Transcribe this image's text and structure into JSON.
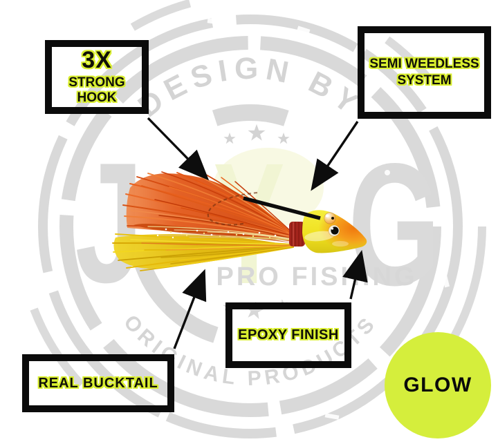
{
  "watermark": {
    "arc_top_text": "DESIGN BY",
    "brand_letters": {
      "j": "J",
      "y": "Y",
      "g": "G"
    },
    "subtitle": "PRO FISHING",
    "arc_bottom_text": "ORIGINAL PRODUCTS",
    "gray": "#d8d8d8",
    "pale_accent": "#f2f6d3"
  },
  "callouts": {
    "hook": {
      "line1": "3X",
      "line2": "STRONG HOOK"
    },
    "weedless": {
      "line1": "SEMI WEEDLESS",
      "line2": "SYSTEM"
    },
    "epoxy": {
      "label": "EPOXY FINISH"
    },
    "bucktail": {
      "label": "REAL BUCKTAIL"
    }
  },
  "badge": {
    "label": "GLOW",
    "color": "#d5ee3c"
  },
  "colors": {
    "label_outline": "#d9ee2f",
    "box_border": "#0b0b0b",
    "hair_orange": "#d84c10",
    "hair_yellow": "#e2b90b",
    "head_yellow": "#efe01f",
    "head_orange": "#f07e0e",
    "thread_red": "#a3241c"
  }
}
